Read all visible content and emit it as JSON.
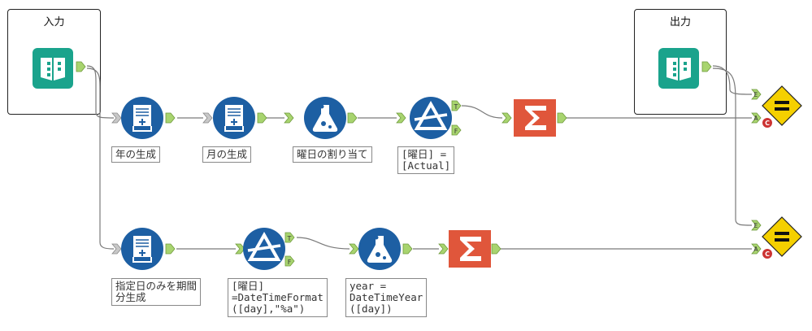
{
  "containers": {
    "input_title": "入力",
    "output_title": "出力"
  },
  "labels": {
    "gen_year": "年の生成",
    "gen_month": "月の生成",
    "assign_weekday": "曜日の割り当て",
    "filter_top": "[曜日] =\n[Actual]",
    "gen_period": "指定日のみを期間\n分生成",
    "filter_bottom": "[曜日]\n=DateTimeFormat\n([day],\"%a\")",
    "formula_bottom": "year =\nDateTimeYear\n([day])"
  },
  "anchors": {
    "true": "T",
    "false": "F",
    "expected": "E",
    "actual": "A",
    "comment": "C"
  },
  "icons": {
    "input": "book-input-icon",
    "generate_rows": "generate-rows-icon",
    "formula": "formula-flask-icon",
    "filter": "filter-triangle-icon",
    "summarize": "summarize-sigma-icon",
    "test": "test-equals-icon"
  },
  "colors": {
    "input_teal": "#1aa38c",
    "tool_blue": "#1d5fa3",
    "summarize_orange": "#e0563b",
    "test_yellow": "#f5d000",
    "anchor_green": "#a8d46f",
    "anchor_gray": "#c8c8c8",
    "comment_red": "#cc3333",
    "connector": "#7a7a7a"
  }
}
